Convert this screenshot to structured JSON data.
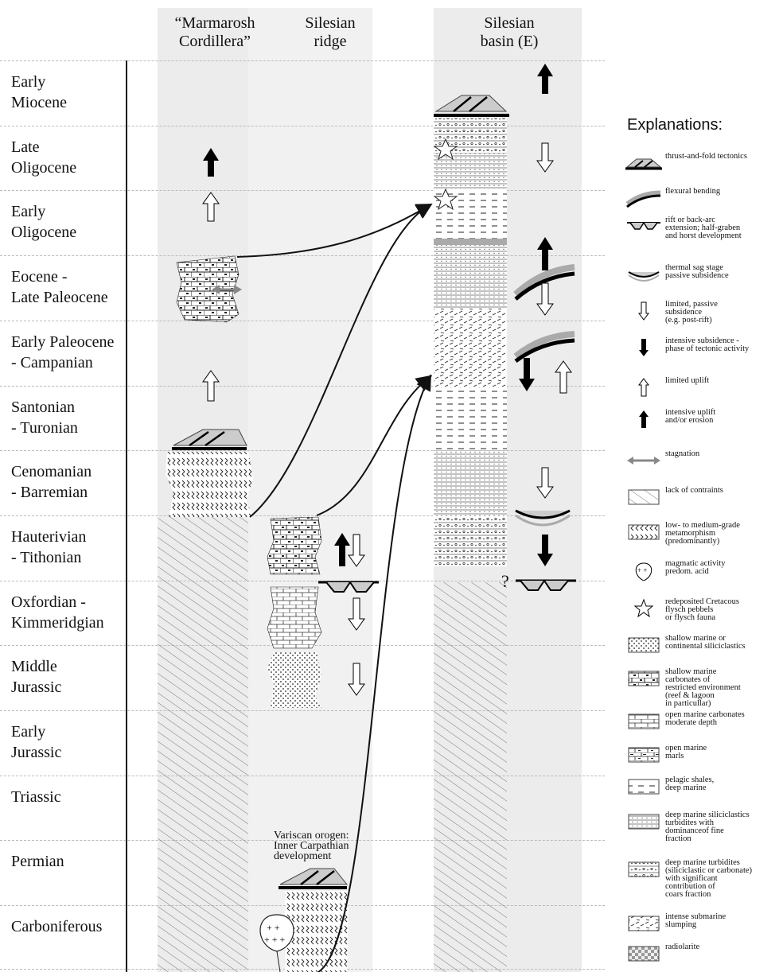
{
  "columns": {
    "marmarosh": "“Marmarosh\nCordillera”",
    "ridge": "Silesian\nridge",
    "basin": "Silesian\nbasin (E)"
  },
  "stages": [
    "Early\nMiocene",
    "Late\nOligocene",
    "Early\nOligocene",
    "Eocene -\nLate Paleocene",
    "Early Paleocene\n- Campanian",
    "Santonian\n- Turonian",
    "Cenomanian\n- Barremian",
    "Hauterivian\n- Tithonian",
    "Oxfordian -\nKimmeridgian",
    "Middle\nJurassic",
    "Early\nJurassic",
    "Triassic",
    "Permian",
    "Carboniferous"
  ],
  "annotations": {
    "variscan": "Variscan orogen:\nInner Carpathian\ndevelopment",
    "question_mark": "?"
  },
  "legend": {
    "title": "Explanations:",
    "items": [
      {
        "icon": "thrust-fold-icon",
        "label": "thrust-and-fold tectonics"
      },
      {
        "icon": "flexural-bending-icon",
        "label": "flexural bending"
      },
      {
        "icon": "rift-extension-icon",
        "label": "rift or back-arc\nextension;  half-graben\nand horst development"
      },
      {
        "icon": "thermal-sag-icon",
        "label": "thermal sag stage\npassive subsidence"
      },
      {
        "icon": "limited-subsidence-icon",
        "label": "limited, passive\nsubsidence\n(e.g. post-rift)"
      },
      {
        "icon": "intensive-subsidence-icon",
        "label": "intensive subsidence -\nphase of tectonic activity"
      },
      {
        "icon": "limited-uplift-icon",
        "label": "limited uplift"
      },
      {
        "icon": "intensive-uplift-icon",
        "label": "intensive uplift\nand/or erosion"
      },
      {
        "icon": "stagnation-icon",
        "label": "stagnation"
      },
      {
        "icon": "lack-of-constraints-icon",
        "label": "lack of contraints"
      },
      {
        "icon": "metamorphism-icon",
        "label": "low- to medium-grade\nmetamorphism\n(predominantly)"
      },
      {
        "icon": "magmatic-activity-icon",
        "label": "magmatic activity\npredom. acid"
      },
      {
        "icon": "star-icon",
        "label": "redeposited Cretacous\nflysch pebbels\nor flysch fauna"
      },
      {
        "icon": "shallow-siliciclastics-icon",
        "label": "shallow marine or\ncontinental siliciclastics"
      },
      {
        "icon": "restricted-carbonates-icon",
        "label": "shallow marine\ncarbonates of\nrestricted environment\n(reef & lagoon\nin particullar)"
      },
      {
        "icon": "open-carbonates-icon",
        "label": "open marine carbonates\nmoderate depth"
      },
      {
        "icon": "open-marls-icon",
        "label": "open marine\nmarls"
      },
      {
        "icon": "pelagic-shales-icon",
        "label": "pelagic shales,\ndeep marine"
      },
      {
        "icon": "fine-turbidites-icon",
        "label": "deep marine siliciclastics\nturbidites with\ndominanceof fine\nfraction"
      },
      {
        "icon": "coarse-turbidites-icon",
        "label": "deep marine turbidites\n(siliciclastic or carbonate)\n with significant\ncontribution of\ncoars fraction"
      },
      {
        "icon": "slumping-icon",
        "label": "intense submarine\nslumping"
      },
      {
        "icon": "radiolarite-icon",
        "label": "radiolarite"
      }
    ]
  }
}
